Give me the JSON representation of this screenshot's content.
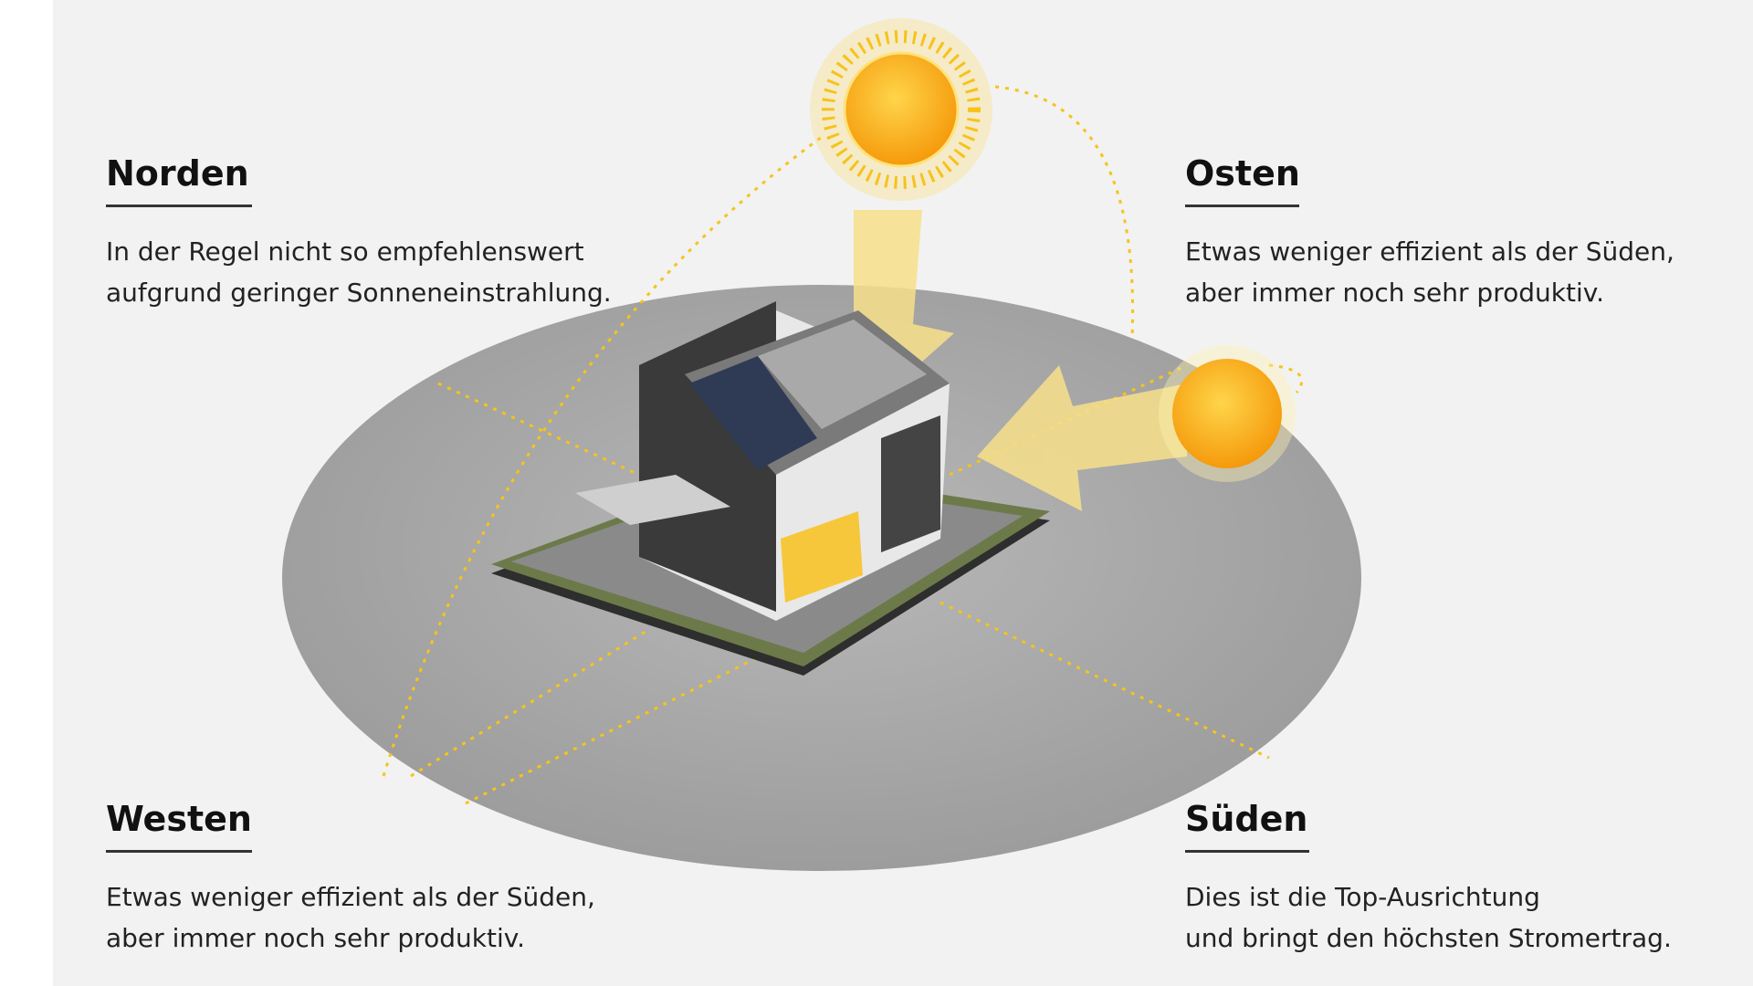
{
  "sections": {
    "north": {
      "title": "Norden",
      "text": [
        "In der Regel nicht so empfehlenswert",
        "aufgrund geringer Sonneneinstrahlung."
      ]
    },
    "east": {
      "title": "Osten",
      "text": [
        "Etwas weniger effizient als der Süden,",
        "aber immer noch sehr produktiv."
      ]
    },
    "west": {
      "title": "Westen",
      "text": [
        "Etwas weniger effizient als der Süden,",
        "aber immer noch sehr produktiv."
      ]
    },
    "south": {
      "title": "Süden",
      "text": [
        "Dies ist die Top-Ausrichtung",
        "und bringt den höchsten Stromertrag."
      ]
    }
  },
  "colors": {
    "sun": "#f7b51c",
    "path": "#f5c518",
    "ground": "#a8a8a8",
    "panel": "#f2f2f2"
  }
}
